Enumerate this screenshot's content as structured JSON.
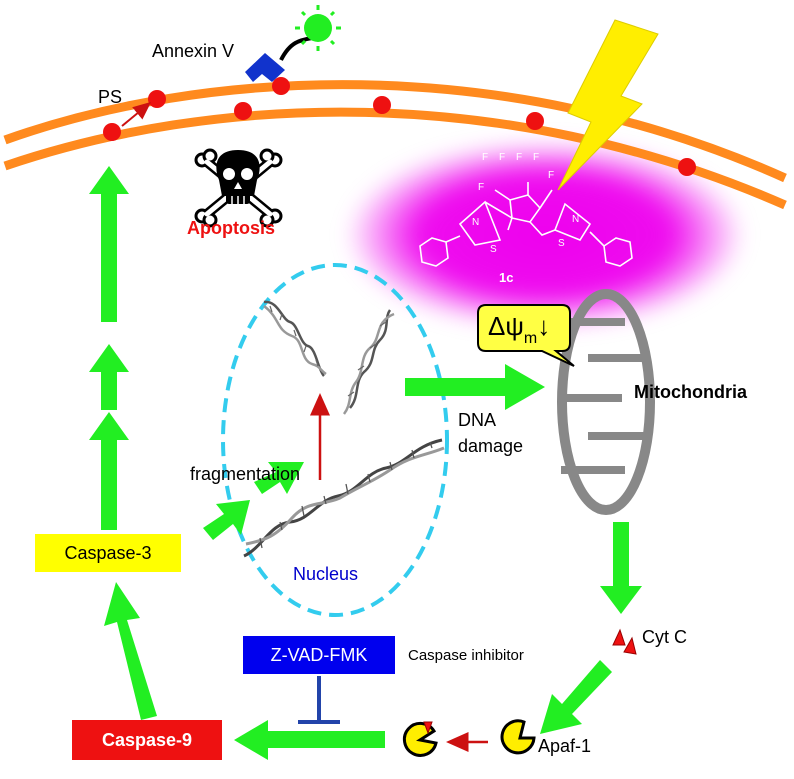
{
  "labels": {
    "annexin": "Annexin  V",
    "ps": "PS",
    "apoptosis": "Apoptosis",
    "compound": "1c",
    "delta_psi_main": "Δψ",
    "delta_psi_sub": "m",
    "delta_psi_arrow": "↓",
    "mitochondria": "Mitochondria",
    "dna_damage_1": "DNA",
    "dna_damage_2": "damage",
    "fragmentation": "fragmentation",
    "nucleus": "Nucleus",
    "caspase3": "Caspase-3",
    "zvad": "Z-VAD-FMK",
    "caspase_inhibitor": "Caspase inhibitor",
    "cytc": "Cyt C",
    "caspase9": "Caspase-9",
    "apaf1": "Apaf-1",
    "mol_f": "F",
    "mol_n": "N",
    "mol_s": "S"
  },
  "colors": {
    "membrane": "#ff8a1e",
    "membrane_dots": "#ee1111",
    "arrow_green": "#22ee22",
    "arrow_red": "#cc1111",
    "glow": "#ee00ee",
    "nucleus_outline": "#33ccee",
    "mito": "#888888",
    "caspase3_fill": "#ffff00",
    "zvad_fill": "#0000ee",
    "caspase9_fill": "#ee1111",
    "apaf_fill": "#ffee00",
    "annexin_fill": "#1133cc",
    "sun_fill": "#22ee22",
    "lightning_fill": "#ffee00",
    "apoptosis_text": "#ee1111",
    "nucleus_text": "#0000cc",
    "inhibit_bar": "#2244aa",
    "callout_fill": "#ffff44"
  },
  "icons": [
    "sun-icon",
    "annexin-icon",
    "lightning-icon",
    "skull-icon",
    "dna-icon",
    "apaf-icon",
    "cytc-icon"
  ]
}
